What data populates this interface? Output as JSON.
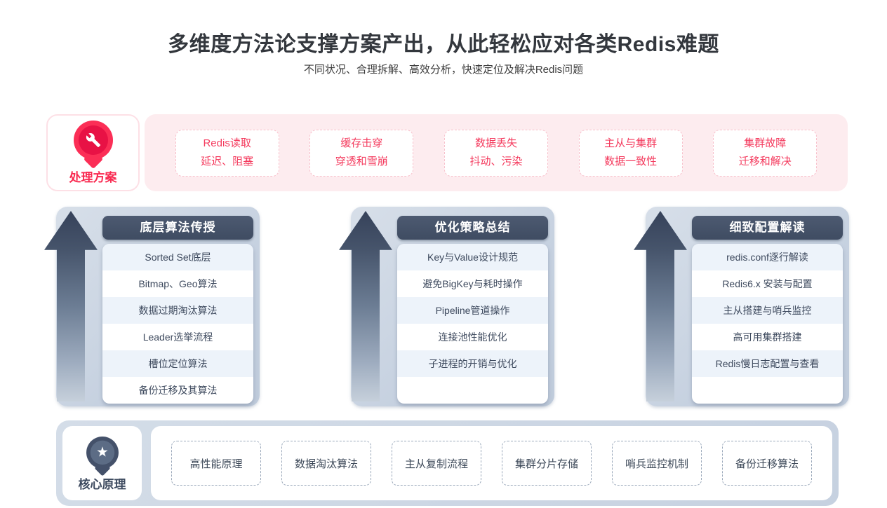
{
  "header": {
    "title": "多维度方法论支撑方案产出，从此轻松应对各类Redis难题",
    "subtitle": "不同状况、合理拆解、高效分析，快速定位及解决Redis问题"
  },
  "solutions": {
    "label": "处理方案",
    "icon": "wrench-pin",
    "items": [
      {
        "line1": "Redis读取",
        "line2": "延迟、阻塞"
      },
      {
        "line1": "缓存击穿",
        "line2": "穿透和雪崩"
      },
      {
        "line1": "数据丢失",
        "line2": "抖动、污染"
      },
      {
        "line1": "主从与集群",
        "line2": "数据一致性"
      },
      {
        "line1": "集群故障",
        "line2": "迁移和解决"
      }
    ]
  },
  "columns": [
    {
      "title": "底层算法传授",
      "items": [
        "Sorted Set底层",
        "Bitmap、Geo算法",
        "数据过期淘汰算法",
        "Leader选举流程",
        "槽位定位算法",
        "备份迁移及其算法"
      ]
    },
    {
      "title": "优化策略总结",
      "items": [
        "Key与Value设计规范",
        "避免BigKey与耗时操作",
        "Pipeline管道操作",
        "连接池性能优化",
        "子进程的开销与优化"
      ]
    },
    {
      "title": "细致配置解读",
      "items": [
        "redis.conf逐行解读",
        "Redis6.x 安装与配置",
        "主从搭建与哨兵监控",
        "高可用集群搭建",
        "Redis慢日志配置与查看"
      ]
    }
  ],
  "principles": {
    "label": "核心原理",
    "icon": "star-pin",
    "star_glyph": "★",
    "items": [
      "高性能原理",
      "数据淘汰算法",
      "主从复制流程",
      "集群分片存储",
      "哨兵监控机制",
      "备份迁移算法"
    ]
  },
  "colors": {
    "accent_red": "#f92950",
    "pink_panel": "#fdecef",
    "slate_header": "#46536a",
    "light_blue_panel": "#c9d4e1",
    "stripe_blue": "#edf3fa",
    "title_text": "#33373d"
  }
}
